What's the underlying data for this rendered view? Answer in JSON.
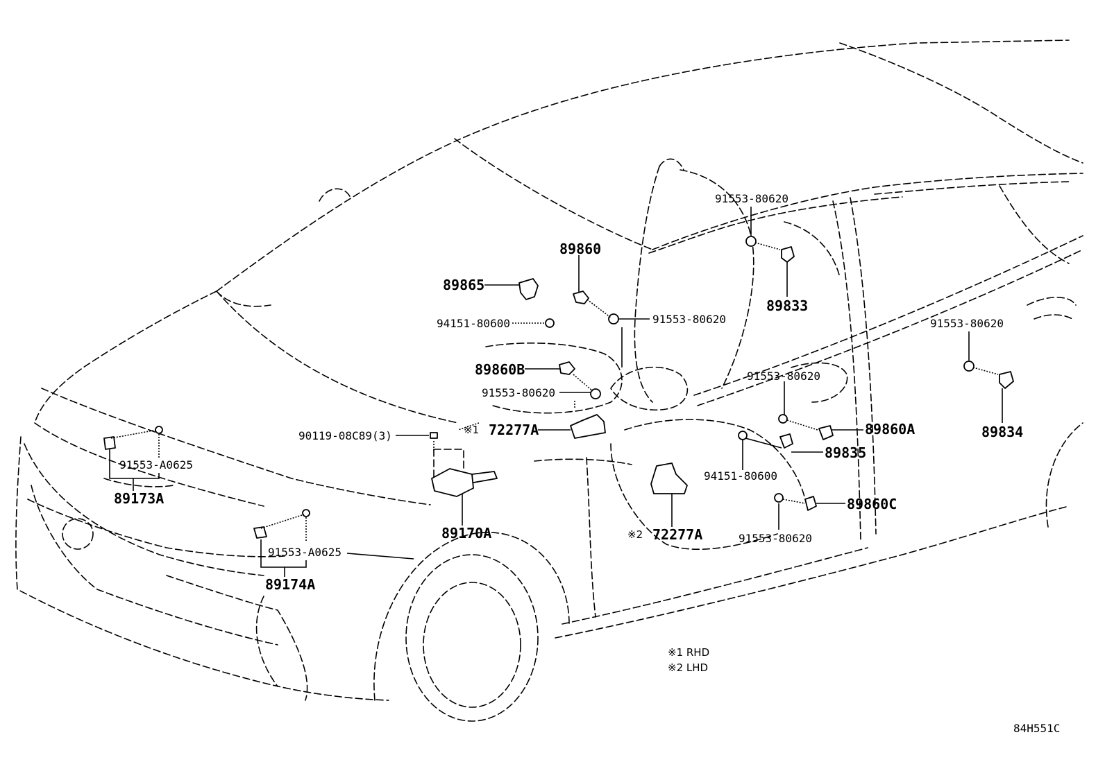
{
  "labels": {
    "p89860": "89860",
    "p89865": "89865",
    "p94151_a": "94151-80600",
    "p91553_80620_top": "91553-80620",
    "p89833": "89833",
    "p91553_80620_mid": "91553-80620",
    "p89860B": "89860B",
    "p91553_80620_b": "91553-80620",
    "p91553_80620_right": "91553-80620",
    "p89834": "89834",
    "p91553_80620_door": "91553-80620",
    "p89860A": "89860A",
    "p89835": "89835",
    "p94151_b": "94151-80600",
    "p89860C": "89860C",
    "p91553_80620_low": "91553-80620",
    "p72277A_1": "72277A",
    "p72277A_2": "72277A",
    "p90119": "90119-08C89(3)",
    "p91553_A0625_a": "91553-A0625",
    "p89173A": "89173A",
    "p91553_A0625_b": "91553-A0625",
    "p89174A": "89174A",
    "p89170A": "89170A",
    "mark1": "※1",
    "mark2": "※2"
  },
  "legend": {
    "line1": "※1 RHD",
    "line2": "※2 LHD"
  },
  "diagram_code": "84H551C"
}
